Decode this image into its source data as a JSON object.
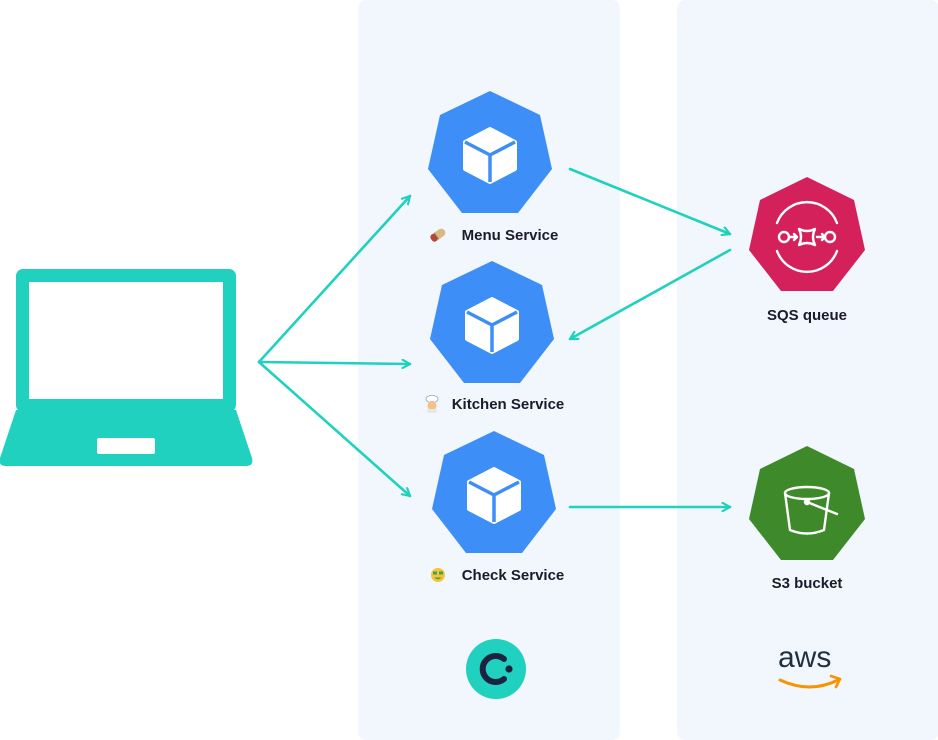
{
  "nodes": {
    "menu_service": {
      "label": "Menu Service",
      "emoji": "burrito-icon"
    },
    "kitchen_service": {
      "label": "Kitchen Service",
      "emoji": "chef-icon"
    },
    "check_service": {
      "label": "Check Service",
      "emoji": "money-face-icon"
    },
    "sqs_queue": {
      "label": "SQS queue"
    },
    "s3_bucket": {
      "label": "S3 bucket"
    }
  },
  "logos": {
    "aws": "aws"
  },
  "colors": {
    "service": "#3d8ef7",
    "sqs": "#d4215c",
    "s3": "#3e8a2a",
    "arrow": "#1fd1be",
    "laptop": "#1fd1be",
    "panel": "#f2f6fd",
    "label": "#1b1b2a"
  }
}
